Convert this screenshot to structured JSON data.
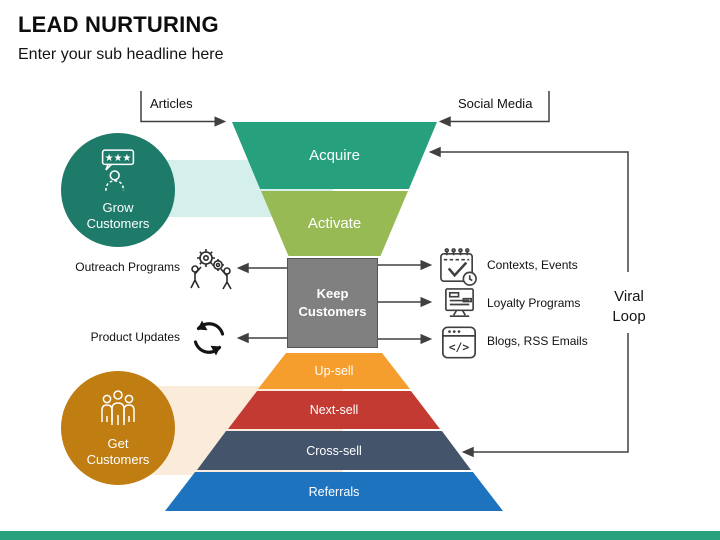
{
  "header": {
    "title": "LEAD NURTURING",
    "subtitle": "Enter your sub headline here"
  },
  "funnel": {
    "stages": [
      {
        "label": "Acquire",
        "color": "#26A07D"
      },
      {
        "label": "Activate",
        "color": "#97BA55"
      }
    ],
    "middle": {
      "label": "Keep Customers",
      "color": "#808080"
    },
    "pyramid": [
      {
        "label": "Up-sell",
        "color": "#F59E2E"
      },
      {
        "label": "Next-sell",
        "color": "#C23A31"
      },
      {
        "label": "Cross-sell",
        "color": "#44546A"
      },
      {
        "label": "Referrals",
        "color": "#1E73BE"
      }
    ]
  },
  "circles": {
    "grow": {
      "label": "Grow Customers",
      "color": "#1E7A69",
      "icon": "rating-person-icon"
    },
    "get": {
      "label": "Get Customers",
      "color": "#BF7D12",
      "icon": "people-group-icon"
    }
  },
  "bands": {
    "grow_band_color": "#D5F0EA",
    "get_band_color": "#FAEBDA"
  },
  "annotations": {
    "top_left": "Articles",
    "top_right": "Social Media",
    "left": [
      {
        "label": "Outreach Programs",
        "icon": "gears-people-icon"
      },
      {
        "label": "Product Updates",
        "icon": "refresh-icon"
      }
    ],
    "right": [
      {
        "label": "Contexts, Events",
        "icon": "calendar-check-icon"
      },
      {
        "label": "Loyalty Programs",
        "icon": "monitor-list-icon"
      },
      {
        "label": "Blogs, RSS Emails",
        "icon": "browser-code-icon"
      }
    ],
    "loop": "Viral Loop"
  },
  "footer": {
    "bar_color": "#2AA17D"
  },
  "arrow_color": "#404040"
}
